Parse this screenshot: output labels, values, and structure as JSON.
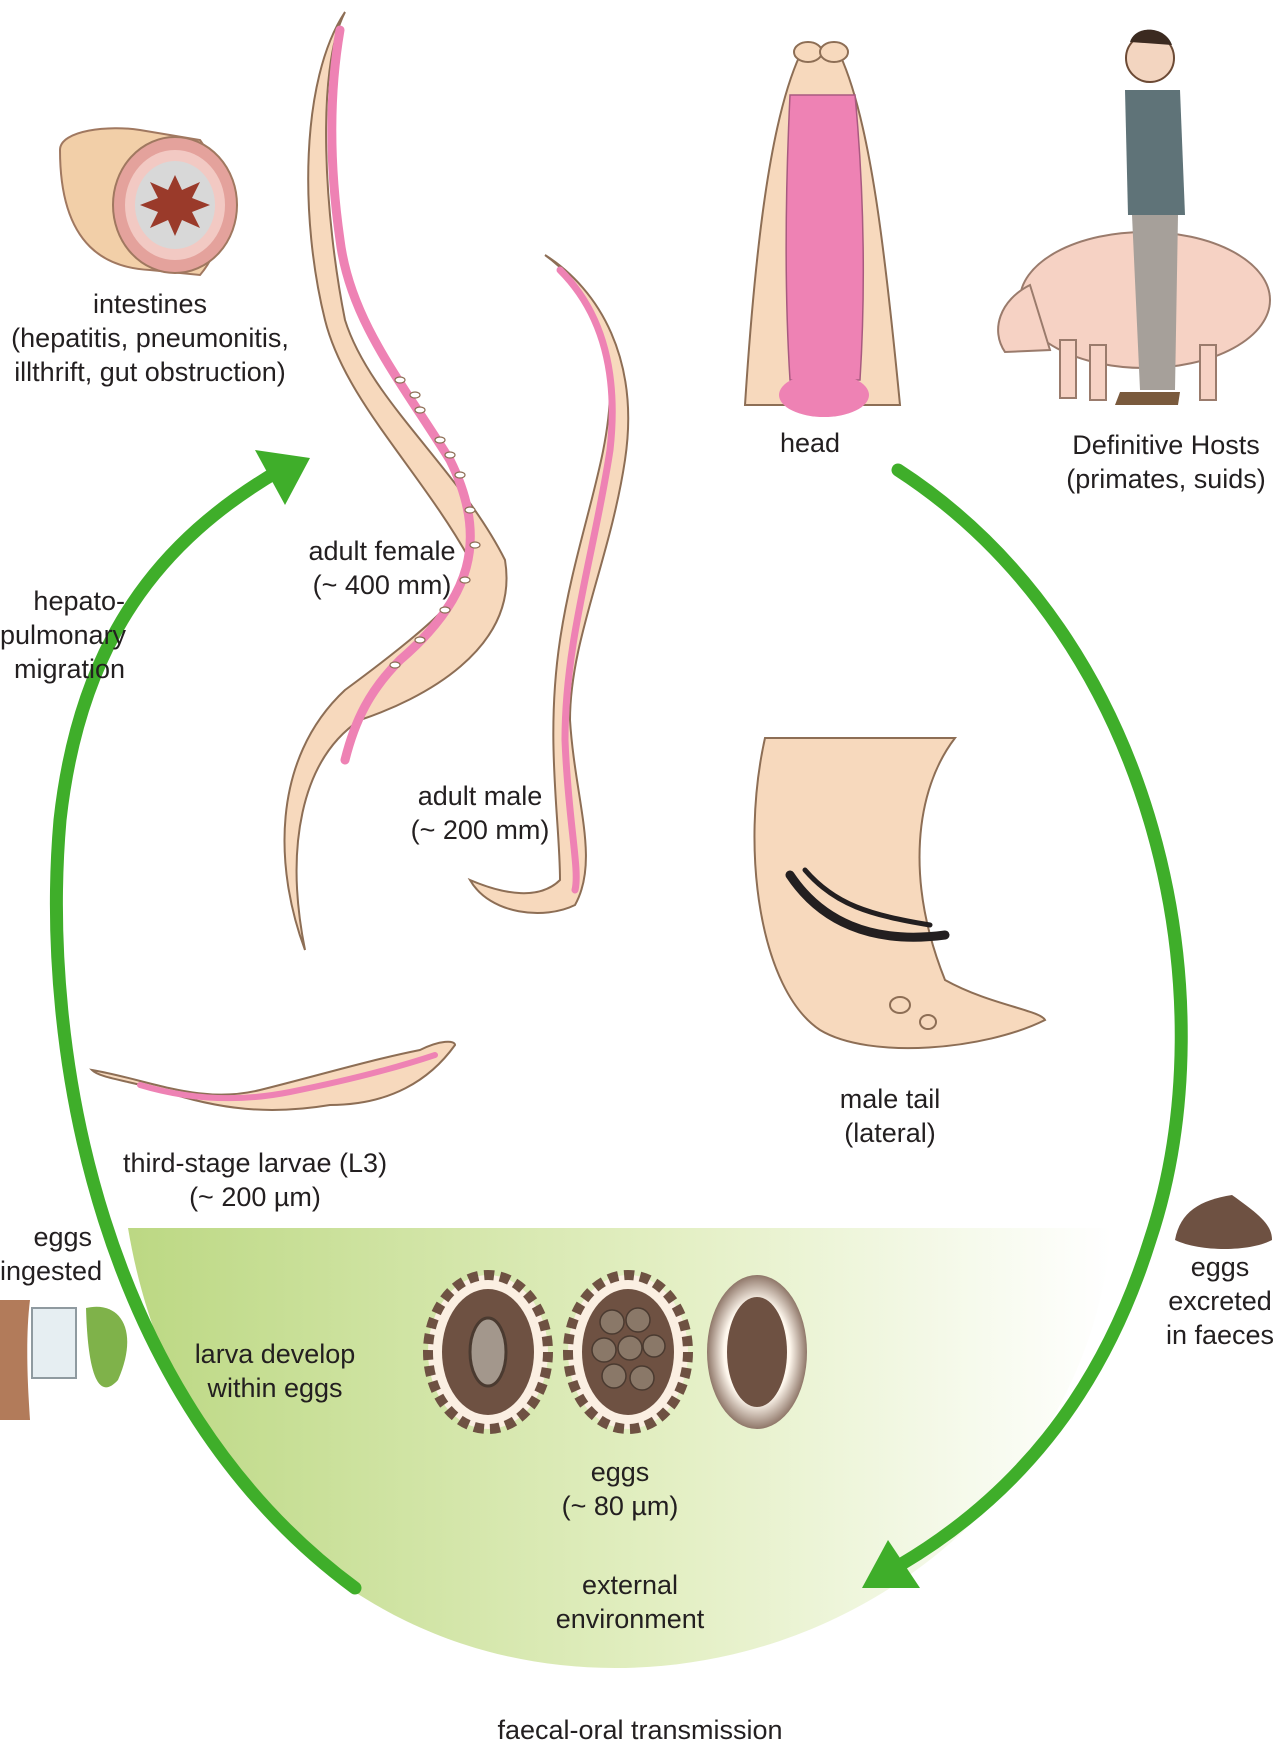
{
  "labels": {
    "intestines": {
      "title": "intestines",
      "details": [
        "(hepatitis, pneumonitis,",
        "illthrift, gut obstruction)"
      ]
    },
    "adult_female": [
      "adult female",
      "(~ 400 mm)"
    ],
    "adult_male": [
      "adult male",
      "(~ 200 mm)"
    ],
    "head": "head",
    "definitive_hosts": [
      "Definitive Hosts",
      "(primates, suids)"
    ],
    "migration": [
      "hepato-",
      "pulmonary",
      "migration"
    ],
    "male_tail": [
      "male tail",
      "(lateral)"
    ],
    "larvae": [
      "third-stage larvae (L3)",
      "(~ 200 µm)"
    ],
    "eggs_ingested": [
      "eggs",
      "ingested"
    ],
    "eggs_excreted": [
      "eggs",
      "excreted",
      "in faeces"
    ],
    "larva_develop": [
      "larva develop",
      "within eggs"
    ],
    "eggs": [
      "eggs",
      "(~ 80 µm)"
    ],
    "external_env": [
      "external",
      "environment"
    ],
    "transmission": "faecal-oral transmission"
  },
  "colors": {
    "arrow_green": "#3fae2a",
    "env_green": "#c7df8e",
    "worm_skin": "#f7d9bd",
    "worm_organ": "#ee82b4",
    "egg_brown": "#6e5142"
  }
}
